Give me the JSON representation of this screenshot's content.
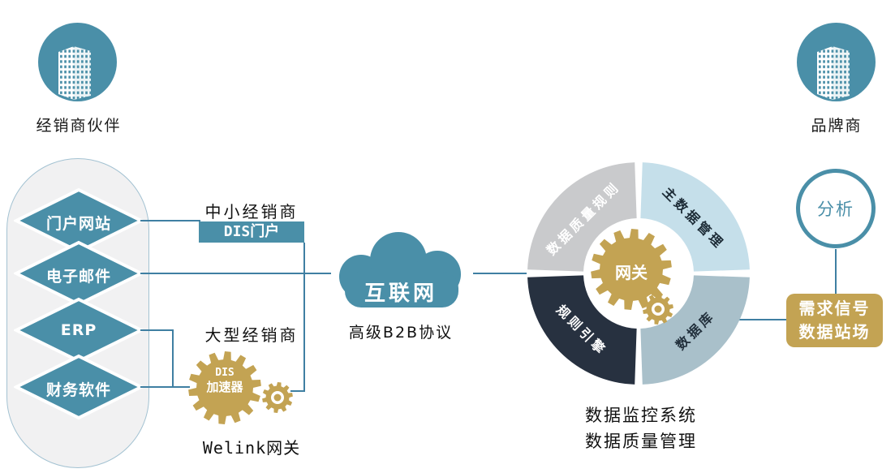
{
  "palette": {
    "blue": "#4a8fa8",
    "gold": "#c3a353",
    "connector": "#3f7fa2",
    "pill_bg": "#f1f1f2",
    "navy": "#273140",
    "white": "#ffffff"
  },
  "left": {
    "partner_label": "经销商伙伴",
    "channels": [
      {
        "label": "门户网站"
      },
      {
        "label": "电子邮件"
      },
      {
        "label": "ERP"
      },
      {
        "label": "财务软件"
      }
    ],
    "sme": {
      "title": "中小经销商",
      "portal_label": "DIS门户"
    },
    "large": {
      "title": "大型经销商",
      "accel_line1": "DIS",
      "accel_line2": "加速器",
      "gateway_label": "Welink网关"
    }
  },
  "internet": {
    "cloud_label": "互联网",
    "protocol_label": "高级B2B协议"
  },
  "monitor": {
    "segments": [
      {
        "label": "数据质量规则",
        "color": "#c9cacc",
        "text_color": "#ffffff"
      },
      {
        "label": "主数据管理",
        "color": "#c5dfea",
        "text_color": "#1c2b36"
      },
      {
        "label": "规则引擎",
        "color": "#273140",
        "text_color": "#ffffff"
      },
      {
        "label": "数据库",
        "color": "#a9c0ca",
        "text_color": "#22303c"
      }
    ],
    "gateway_label": "网关",
    "caption_line1": "数据监控系统",
    "caption_line2": "数据质量管理"
  },
  "right": {
    "brand_label": "品牌商",
    "analysis_label": "分析",
    "dsd_line1": "需求信号",
    "dsd_line2": "数据站场"
  }
}
